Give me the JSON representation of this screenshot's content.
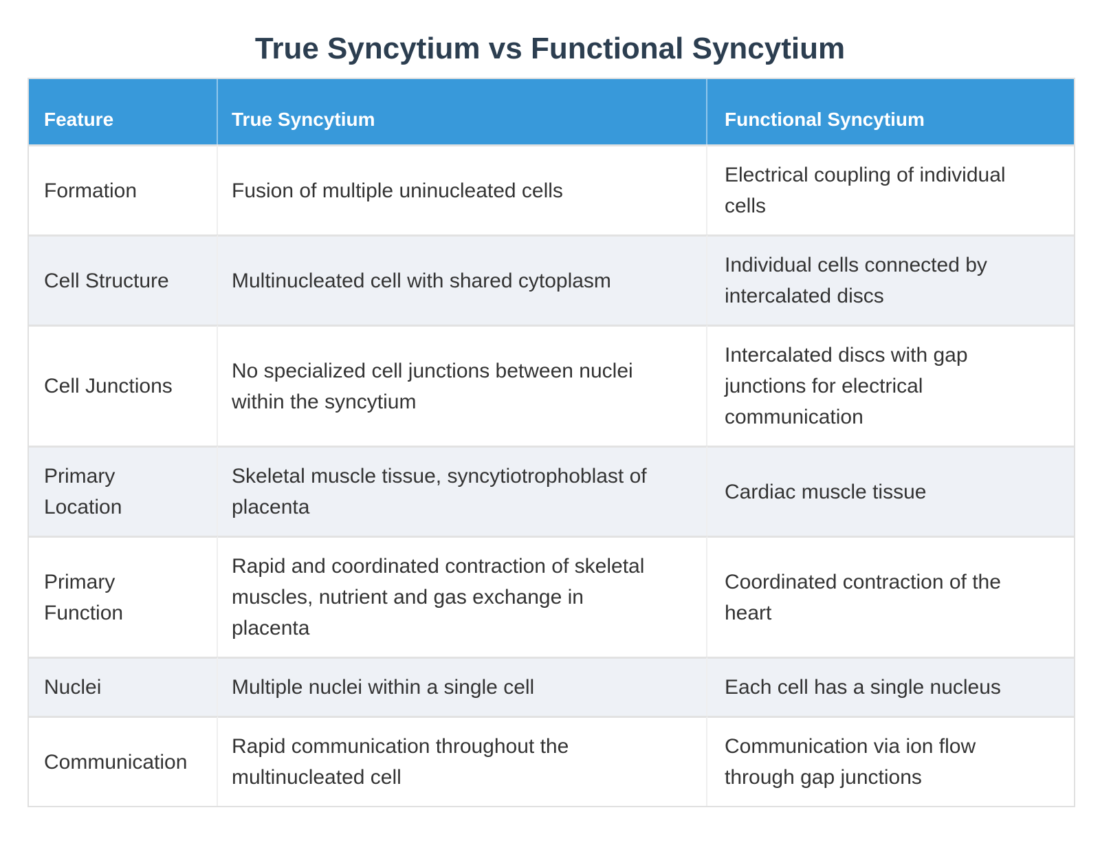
{
  "colors": {
    "page_bg": "#ffffff",
    "title": "#2c3e50",
    "text": "#333333",
    "header_bg": "#3899da",
    "header_text": "#ffffff",
    "row_alt_bg": "#eef1f6",
    "divider": "#efefef",
    "row_border": "#e2e2e2",
    "outer_border": "#e0e0e0"
  },
  "chart_data": {
    "type": "table",
    "title": "True Syncytium vs Functional Syncytium",
    "columns": [
      "Feature",
      "True Syncytium",
      "Functional Syncytium"
    ],
    "rows": [
      [
        "Formation",
        "Fusion of multiple uninucleated cells",
        "Electrical coupling of individual cells"
      ],
      [
        "Cell Structure",
        "Multinucleated cell with shared cytoplasm",
        "Individual cells connected by intercalated discs"
      ],
      [
        "Cell Junctions",
        "No specialized cell junctions between nuclei within the syncytium",
        "Intercalated discs with gap junctions for electrical communication"
      ],
      [
        "Primary Location",
        "Skeletal muscle tissue, syncytiotrophoblast of placenta",
        "Cardiac muscle tissue"
      ],
      [
        "Primary Function",
        "Rapid and coordinated contraction of skeletal muscles, nutrient and gas exchange in placenta",
        "Coordinated contraction of the heart"
      ],
      [
        "Nuclei",
        "Multiple nuclei within a single cell",
        "Each cell has a single nucleus"
      ],
      [
        "Communication",
        "Rapid communication throughout the multinucleated cell",
        "Communication via ion flow through gap junctions"
      ]
    ]
  }
}
